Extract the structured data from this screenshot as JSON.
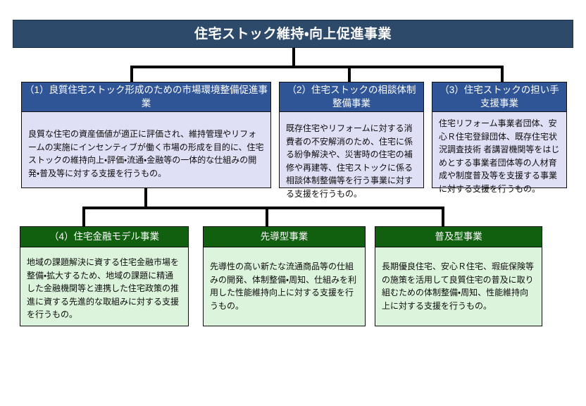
{
  "root": {
    "title": "住宅ストック維持・向上促進事業"
  },
  "nodes_row1": [
    {
      "id": "ryoushitsu-jutaku-stock",
      "header": "（1）良質住宅ストック形成のための市場環境整備促進事業",
      "body": "良質な住宅の資産価値が適正に評価され、維持管理やリフォームの実施にインセンティブが働く市場の形成を目的に、住宅ストックの維持向上・評価・流通・金融等の一体的な仕組みの開発・普及等に対する支援を行うもの。"
    },
    {
      "id": "jutaku-stock-soudan",
      "header": "（2）住宅ストックの相談体制整備事業",
      "body": "既存住宅やリフォームに対する消費者の不安解消のため、住宅に係る紛争解決や、災害時の住宅の補修や再建等、住宅ストックに係る相談体制整備等を行う事業に対する支援を行うもの。"
    },
    {
      "id": "jutaku-stock-ninaite",
      "header": "（3）住宅ストックの担い手支援事業",
      "body": "住宅リフォーム事業者団体、安心Ｒ住宅登録団体、既存住宅状況調査技術 者講習機関等をはじめとする事業者団体等の人材育成や制度普及等を支援する事業に対する支援を行うもの。"
    }
  ],
  "nodes_row2": [
    {
      "id": "jutaku-kinyu-model",
      "header": "（4）住宅金融モデル事業",
      "body": "地域の課題解決に資する住宅金融市場を整備・拡大するため、地域の課題に精通した金融機関等と連携した住宅政策の推進に資する先進的な取組みに対する支援を行うもの。"
    },
    {
      "id": "sendougata-jigyo",
      "header": "先導型事業",
      "body": "先導性の高い新たな流通商品等の仕組みの開発、体制整備・周知、仕組みを利用した性能維持向上に対する支援を行うもの。"
    },
    {
      "id": "fukyugata-jigyo",
      "header": "普及型事業",
      "body": "長期優良住宅、安心Ｒ住宅、瑕疵保険等の施策を活用して良質住宅の普及に取り組むための体制整備・周知、性能維持向上に対する支援を行うもの。"
    }
  ],
  "colors": {
    "root_banner": "#2e4a6b",
    "row1_header": "#2f5597",
    "row1_body": "#dfdff6",
    "row2_header": "#10600f",
    "row2_body": "#dcf4dc",
    "connector": "#000000"
  }
}
